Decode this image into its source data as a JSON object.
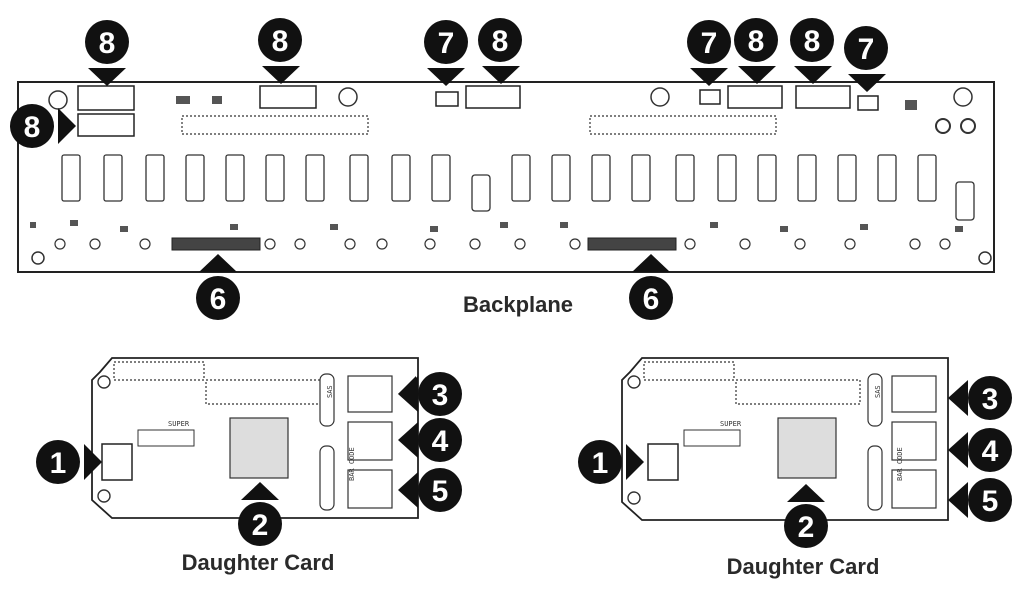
{
  "captions": {
    "backplane": "Backplane",
    "daughter_card_left": "Daughter Card",
    "daughter_card_right": "Daughter Card"
  },
  "callouts": {
    "bp_top_1": "8",
    "bp_top_2": "8",
    "bp_top_3": "7",
    "bp_top_4": "8",
    "bp_top_5": "7",
    "bp_top_6": "8",
    "bp_top_7": "8",
    "bp_top_8": "7",
    "bp_left": "8",
    "bp_bottom_1": "6",
    "bp_bottom_2": "6",
    "dc1_left": "1",
    "dc1_bottom": "2",
    "dc1_right_1": "3",
    "dc1_right_2": "4",
    "dc1_right_3": "5",
    "dc2_left": "1",
    "dc2_bottom": "2",
    "dc2_right_1": "3",
    "dc2_right_2": "4",
    "dc2_right_3": "5"
  },
  "board_text": {
    "dc1_logo": "SUPER",
    "dc1_code": "BAR CODE",
    "dc1_small": "SAS",
    "dc2_logo": "SUPER",
    "dc2_code": "BAR CODE",
    "dc2_small": "SAS"
  },
  "colors": {
    "callout_fill": "#111111",
    "line": "#222222",
    "board": "#ffffff"
  }
}
